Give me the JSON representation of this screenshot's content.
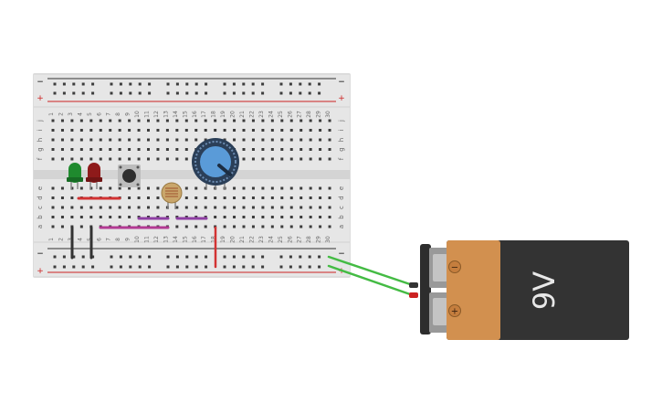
{
  "breadboard": {
    "columns": [
      "1",
      "2",
      "3",
      "4",
      "5",
      "6",
      "7",
      "8",
      "9",
      "10",
      "11",
      "12",
      "13",
      "14",
      "15",
      "16",
      "17",
      "18",
      "19",
      "20",
      "21",
      "22",
      "23",
      "24",
      "25",
      "26",
      "27",
      "28",
      "29",
      "30"
    ],
    "rows_top": [
      "j",
      "i",
      "h",
      "g",
      "f"
    ],
    "rows_bottom": [
      "e",
      "d",
      "c",
      "b",
      "a"
    ],
    "rail_minus": "−",
    "rail_plus": "+",
    "rail_minus_color": "#333333",
    "rail_plus_color": "#cc2222"
  },
  "battery": {
    "label": "9V",
    "terminal_minus": "−",
    "terminal_plus": "+",
    "body_color": "#333333",
    "band_color": "#d2904f"
  },
  "components": {
    "led_green": "green-led",
    "led_red": "red-led",
    "button": "push-button",
    "photoresistor": "photoresistor",
    "potentiometer": "potentiometer"
  },
  "wires": {
    "battery_to_rails": "#44bb44",
    "red": "#d23333",
    "purple": "#8e3fa3",
    "magenta": "#b33a93",
    "black": "#333333"
  }
}
